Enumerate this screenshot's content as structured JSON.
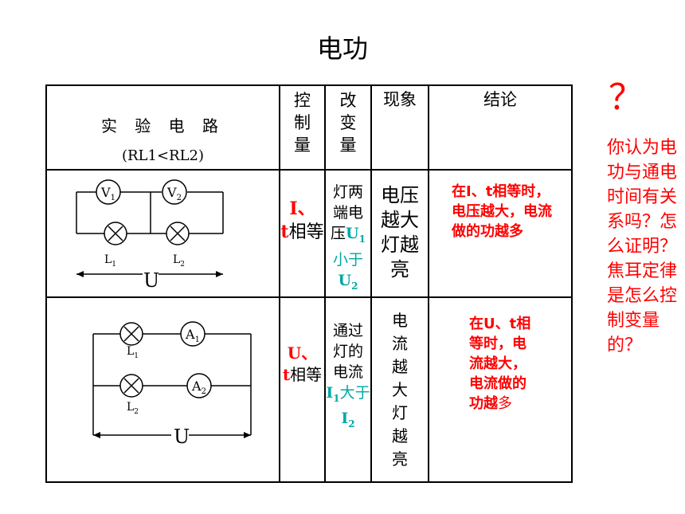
{
  "title": "电功",
  "table": {
    "headers": {
      "circuit_title": "实 验 电 路",
      "circuit_sub": "(RL1<RL2)",
      "control": "控制量",
      "change": "改变量",
      "phenomenon": "现象",
      "conclusion": "结论"
    },
    "rows": [
      {
        "circuit": {
          "m1": "V",
          "m1_sub": "1",
          "m2": "V",
          "m2_sub": "2",
          "l1": "L",
          "l1_sub": "1",
          "l2": "L",
          "l2_sub": "2",
          "u": "U"
        },
        "control_a": "I、",
        "control_b": "t",
        "control_c": "相等",
        "change_a": "灯两端电压",
        "change_b": "U",
        "change_b_sub": "1",
        "change_c": "小于",
        "change_d": "U",
        "change_d_sub": "2",
        "phenomenon": "电压越大灯越亮",
        "conclusion": "在I、t相等时，电压越大，电流做的功越多"
      },
      {
        "circuit": {
          "m1": "A",
          "m1_sub": "1",
          "m2": "A",
          "m2_sub": "2",
          "l1": "L",
          "l1_sub": "1",
          "l2": "L",
          "l2_sub": "2",
          "u": "U"
        },
        "control_a": "U、",
        "control_b": "t",
        "control_c": "相等",
        "change_a": "通过灯的电流",
        "change_b": "I",
        "change_b_sub": "1",
        "change_c": "大于",
        "change_d": "I",
        "change_d_sub": "2",
        "phenomenon": "电流越大灯越亮",
        "conclusion_a": "在U、t相等时，电流越大，电流做的功越",
        "conclusion_b": "多"
      }
    ]
  },
  "side": {
    "question_mark": "？",
    "text": "你认为电功与通电时间有关系吗？怎么证明？焦耳定律是怎么控制变量的？"
  },
  "colors": {
    "red": "#ff0000",
    "teal": "#00a7a7"
  }
}
